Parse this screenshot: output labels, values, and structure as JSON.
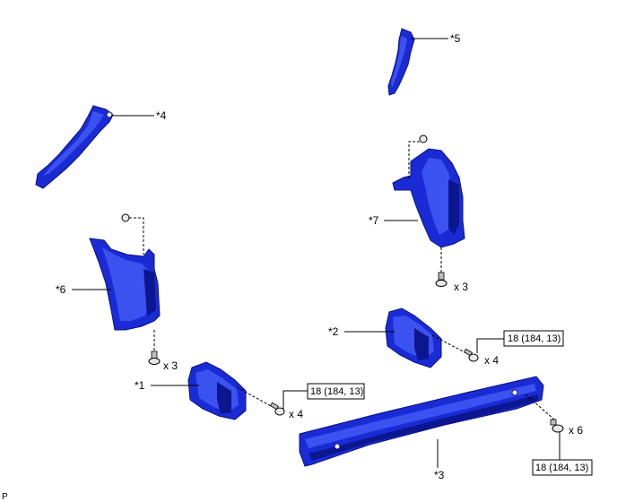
{
  "callouts": {
    "p1": "*1",
    "p2": "*2",
    "p3": "*3",
    "p4": "*4",
    "p5": "*5",
    "p6": "*6",
    "p7": "*7"
  },
  "quantities": {
    "clip_left": "x 3",
    "clip_right": "x 3",
    "bolt_p1": "x 4",
    "bolt_p2": "x 4",
    "bolt_p3": "x 6"
  },
  "torque": {
    "p1": "18 (184, 13)",
    "p2": "18 (184, 13)",
    "p3": "18 (184, 13)"
  },
  "footer": "P",
  "colors": {
    "part": "#1a2bd6",
    "outline": "#000000"
  }
}
